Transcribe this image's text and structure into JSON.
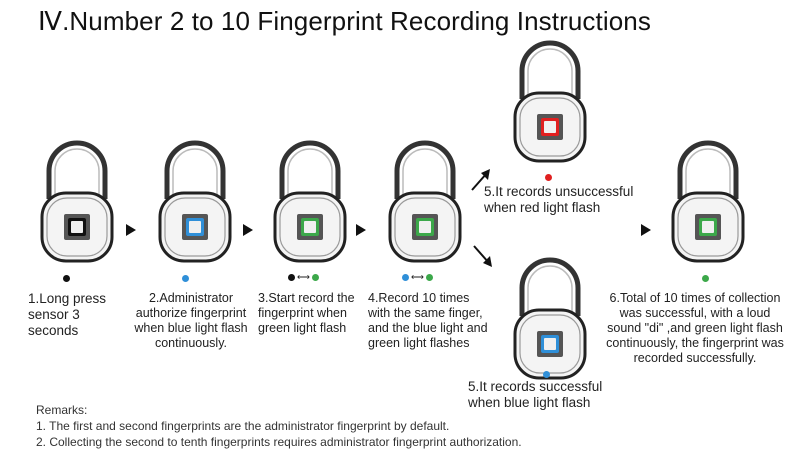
{
  "title": "Ⅳ.Number 2 to 10 Fingerprint Recording Instructions",
  "colors": {
    "black": "#111111",
    "blue": "#2f8fd8",
    "green": "#3ca84a",
    "red": "#e02020"
  },
  "steps": [
    {
      "caption": "1.Long press\nsensor 3\nseconds",
      "light": "black"
    },
    {
      "caption": "2.Administrator\nauthorize fingerprint\nwhen blue light flash\ncontinuously.",
      "light": "blue"
    },
    {
      "caption": "3.Start record the\nfingerprint when\ngreen light flash",
      "light": "black-to-green"
    },
    {
      "caption": "4.Record 10 times\nwith the same finger,\nand the blue light and\ngreen light flashes",
      "light": "blue-to-green"
    },
    {
      "caption": "5.It records unsuccessful\nwhen red light flash",
      "light": "red"
    },
    {
      "caption": "5.It records successful\nwhen blue light flash",
      "light": "blue"
    },
    {
      "caption": "6.Total of 10 times of collection\nwas successful, with a loud\nsound \"di\" ,and green light flash\ncontinuously, the fingerprint was\nrecorded successfully.",
      "light": "green"
    }
  ],
  "dot_arrow": "⟷",
  "remarks": {
    "heading": "Remarks:",
    "items": [
      "1. The first and second fingerprints are the administrator fingerprint by default.",
      "2. Collecting the second to tenth fingerprints requires administrator fingerprint authorization."
    ]
  }
}
